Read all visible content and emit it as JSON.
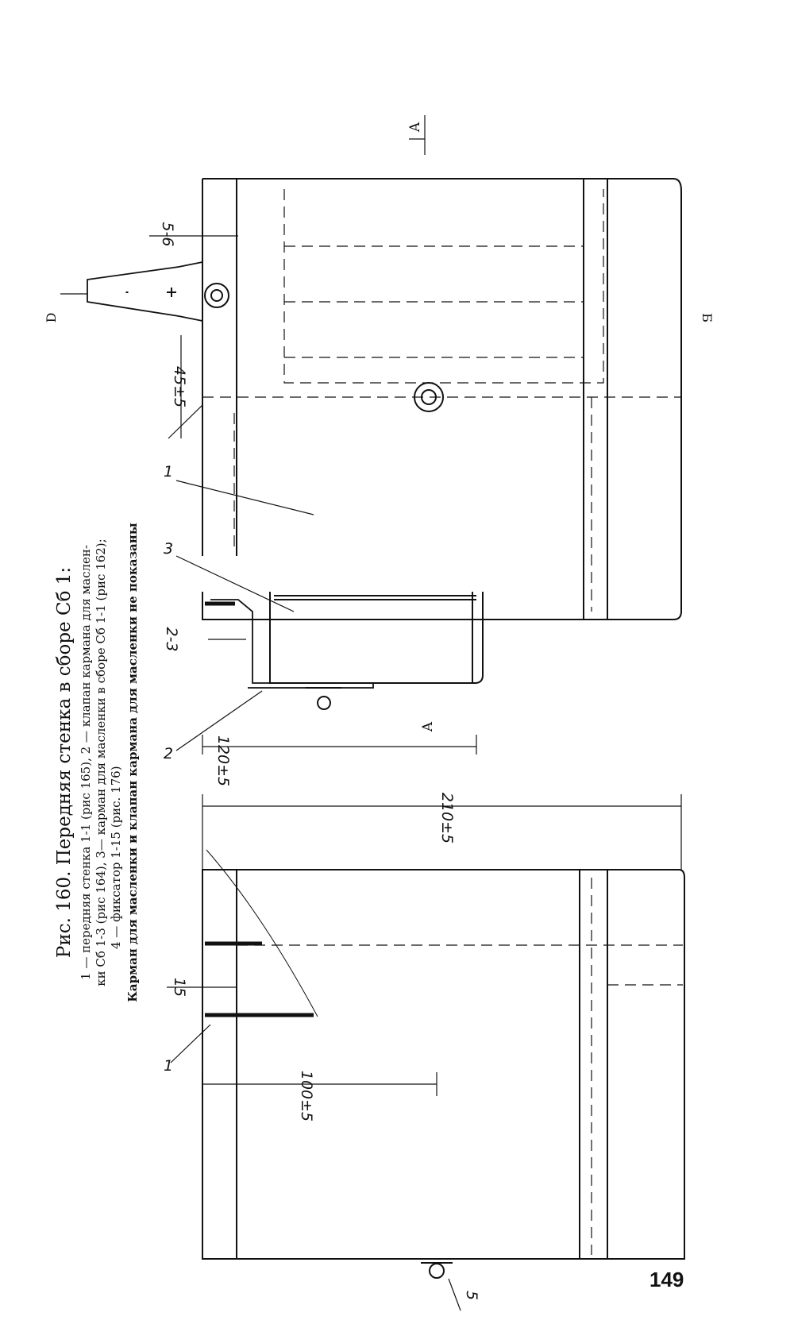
{
  "caption": {
    "title": "Рис. 160. Передняя стенка в сборе Сб 1:",
    "line1": "1 — передняя стенка 1-1 (рис 165), 2 — клапан кармана для маслен-",
    "line2": "ки Сб 1-3 (рис 164), 3— карман для масленки в сборе Сб 1-1 (рис 162);",
    "line3": "4 — фиксатор 1-15 (рис. 176)",
    "line4": "Карман для масленки и клапан кармана для масленки не показаны"
  },
  "page_number": "149",
  "dimensions": {
    "d_5_6": "5-6",
    "d_45": "45±5",
    "d_2_3": "2-3",
    "d_120": "120±5",
    "d_210": "210±5",
    "d_15": "15",
    "d_100": "100±5"
  },
  "part_labels": {
    "p1a": "1",
    "p1b": "1",
    "p2": "2",
    "p3": "3",
    "p5": "5"
  },
  "section_labels": {
    "a_top": "А",
    "a_mid": "А",
    "d_mark": "D",
    "b_mark": "Б"
  }
}
